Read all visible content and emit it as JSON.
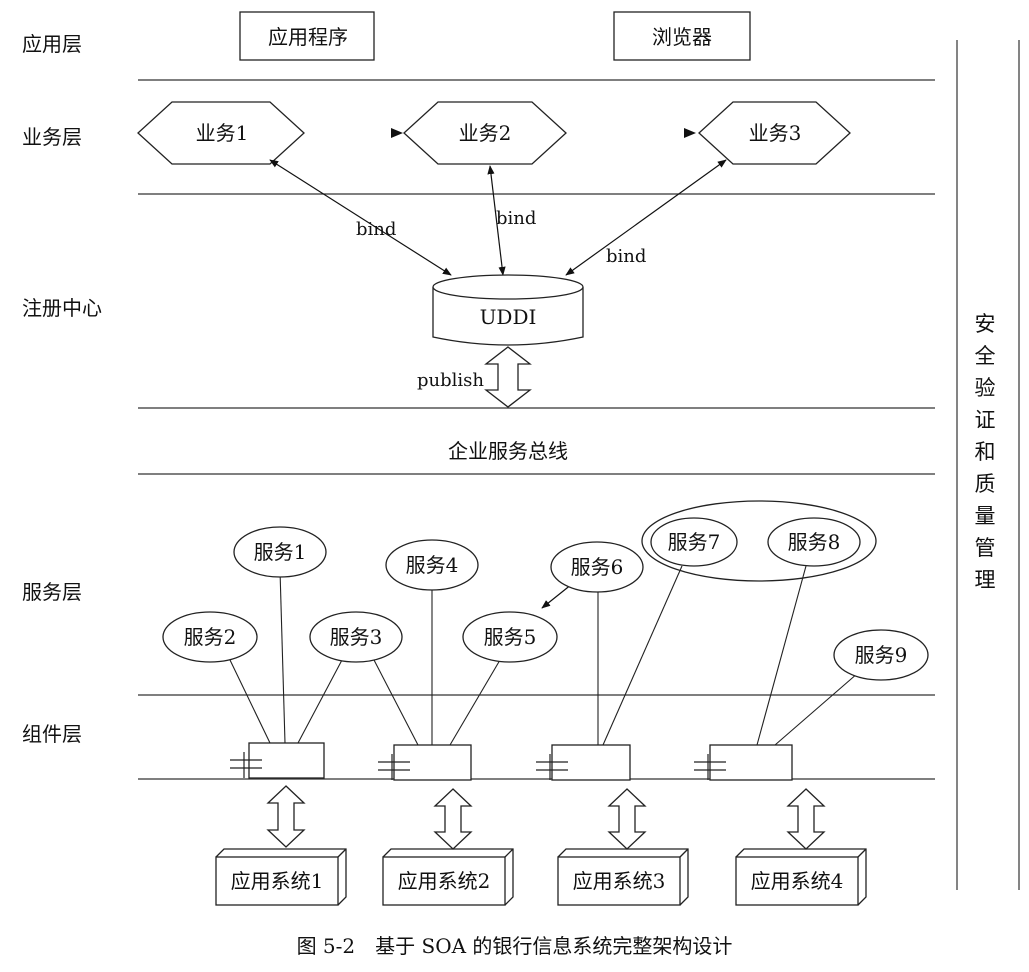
{
  "layers": {
    "application": "应用层",
    "business": "业务层",
    "registry": "注册中心",
    "service": "服务层",
    "component": "组件层"
  },
  "app_layer": {
    "app_program": "应用程序",
    "browser": "浏览器"
  },
  "business_nodes": [
    "业务1",
    "业务2",
    "业务3"
  ],
  "bind_label": "bind",
  "uddi_label": "UDDI",
  "publish_label": "publish",
  "esb_label": "企业服务总线",
  "services": [
    "服务1",
    "服务2",
    "服务3",
    "服务4",
    "服务5",
    "服务6",
    "服务7",
    "服务8",
    "服务9"
  ],
  "app_systems": [
    "应用系统1",
    "应用系统2",
    "应用系统3",
    "应用系统4"
  ],
  "side_label": "安全验证和质量管理",
  "caption": "图 5-2　基于 SOA 的银行信息系统完整架构设计"
}
